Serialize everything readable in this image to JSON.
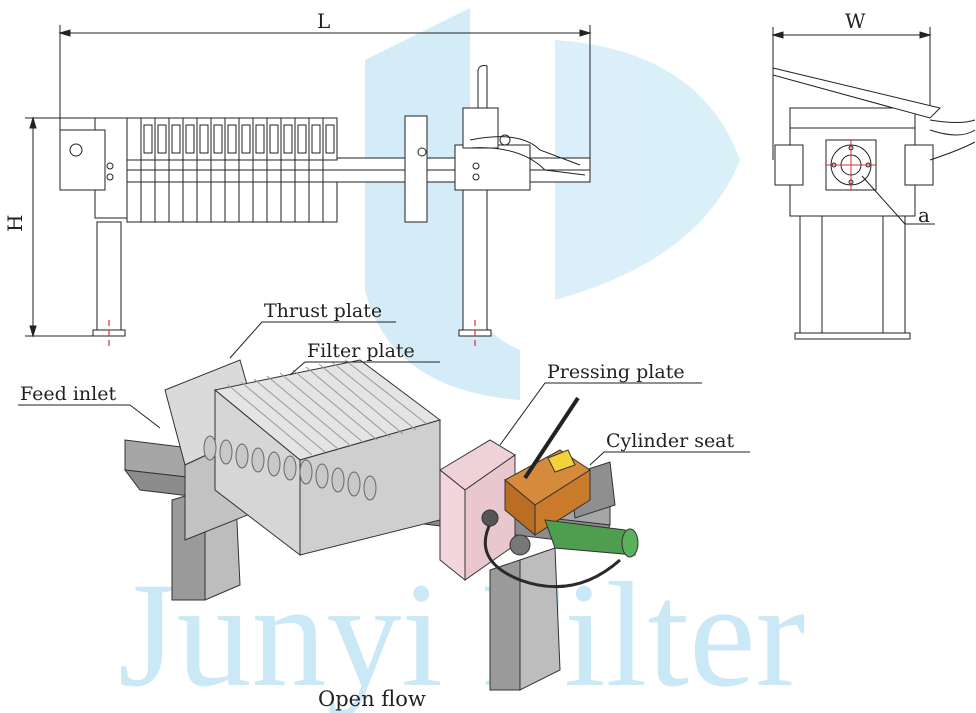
{
  "dimensions": {
    "length": "L",
    "height": "H",
    "width": "W",
    "port": "a"
  },
  "callouts": {
    "thrust_plate": "Thrust plate",
    "filter_plate": "Filter plate",
    "feed_inlet": "Feed inlet",
    "pressing_plate": "Pressing plate",
    "cylinder_seat": "Cylinder seat"
  },
  "caption": "Open flow",
  "watermark": "Junyi Filter",
  "colors": {
    "line": "#222222",
    "watermark": "#c5e6f5",
    "frame": "#9a9a9a",
    "plates": "#d9d9d9",
    "cylinder": "#c97a2a",
    "hose": "#2a2a2a",
    "green_pipe": "#4f9e4f",
    "pink_plate": "#f2d6dc",
    "center_mark": "#d33333"
  }
}
